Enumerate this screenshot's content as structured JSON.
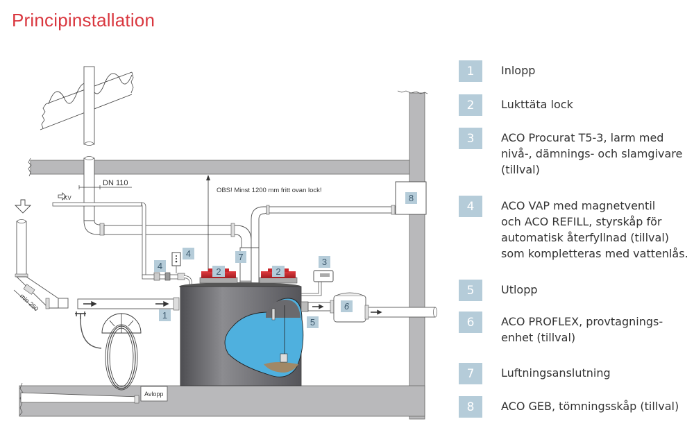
{
  "title": "Principinstallation",
  "diagram": {
    "labels": {
      "dn": "DN 110",
      "kv": "KV",
      "obs": "OBS! Minst 1200 mm fritt ovan lock!",
      "min": "min 250",
      "avlopp": "Avlopp"
    },
    "tags": [
      "1",
      "2",
      "3",
      "4",
      "5",
      "6",
      "7",
      "8"
    ],
    "colors": {
      "wall": "#b9b9bb",
      "tank": "#6c6c70",
      "water": "#4fb0de",
      "sludge": "#a08866",
      "lid": "#c8262b",
      "tag": "#b5ccd9"
    }
  },
  "legend": [
    {
      "num": "1",
      "text": "Inlopp"
    },
    {
      "num": "2",
      "text": "Lukttäta lock"
    },
    {
      "num": "3",
      "text": "ACO Procurat T5-3, larm med\nnivå-, dämnings- och slamgivare\n(tillval)"
    },
    {
      "num": "4",
      "text": "ACO VAP med magnetventil\noch ACO REFILL, styrskåp för\nautomatisk återfyllnad (tillval)\nsom kompletteras med vattenlås."
    },
    {
      "num": "5",
      "text": "Utlopp"
    },
    {
      "num": "6",
      "text": "ACO PROFLEX, provtagnings-\nenhet (tillval)"
    },
    {
      "num": "7",
      "text": "Luftningsanslutning"
    },
    {
      "num": "8",
      "text": "ACO GEB, tömningsskåp (tillval)"
    }
  ]
}
